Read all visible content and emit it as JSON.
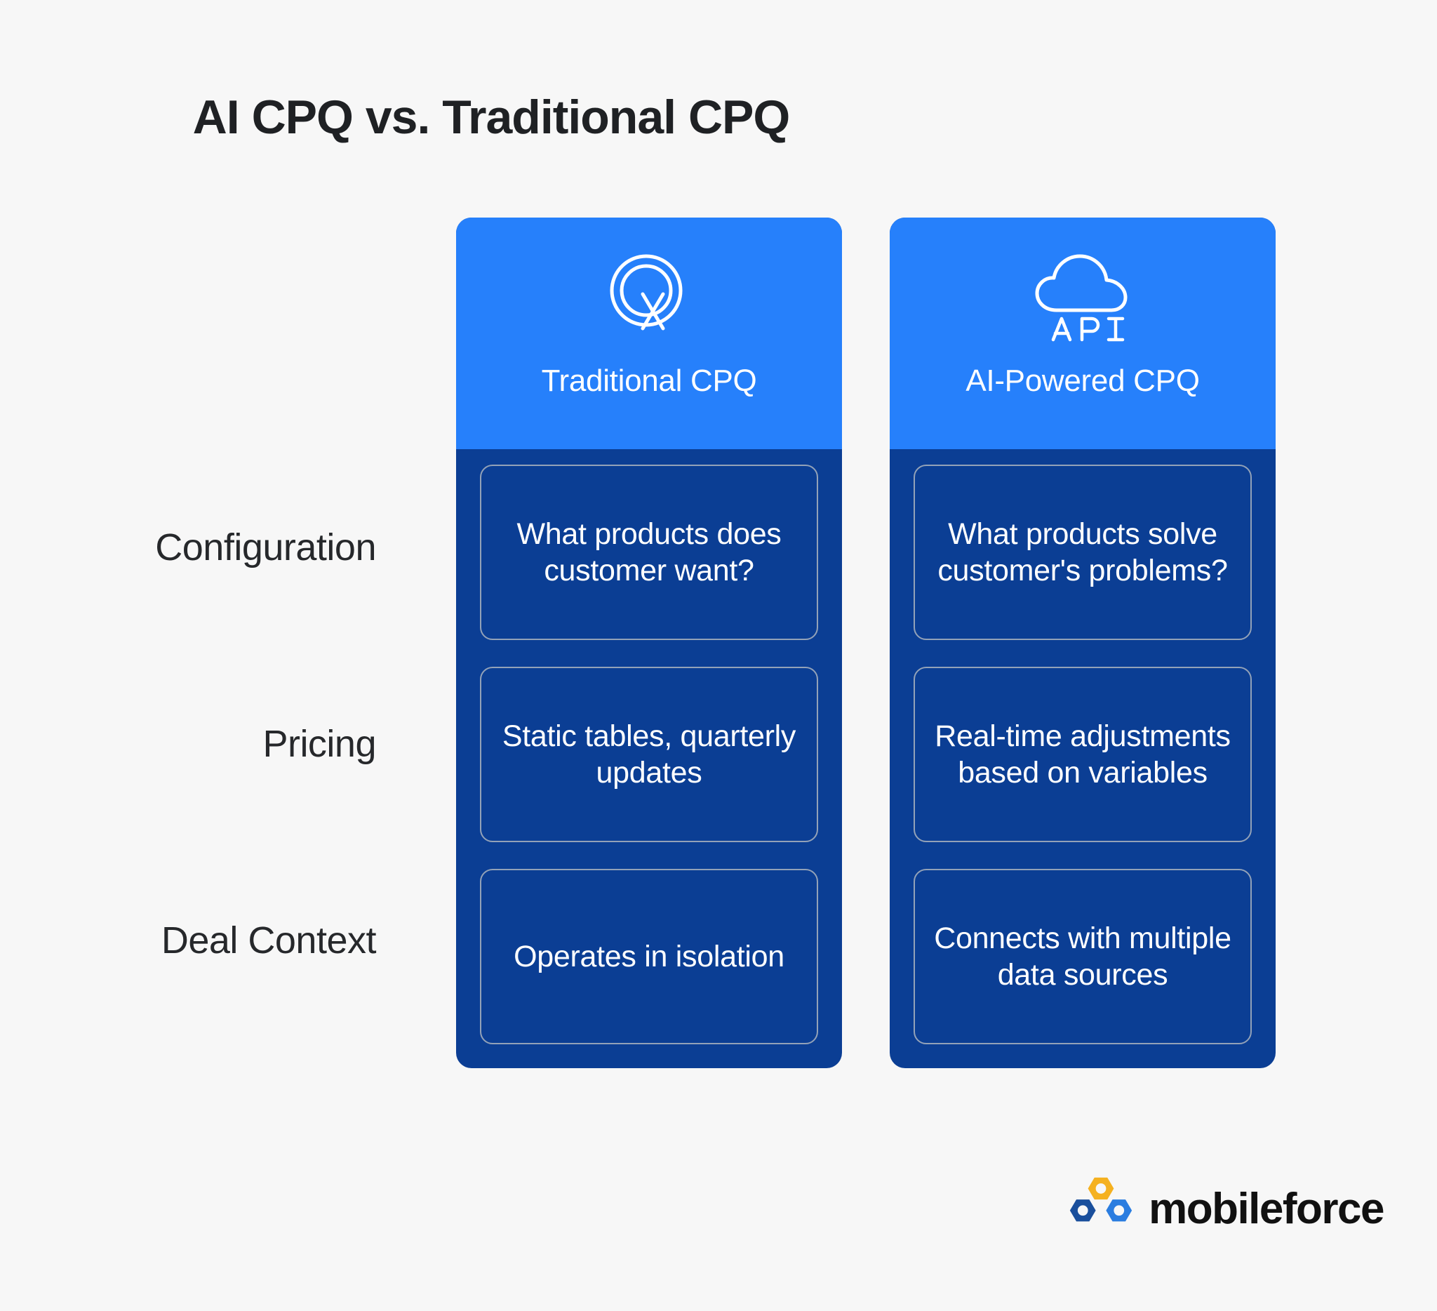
{
  "page": {
    "title": "AI CPQ vs. Traditional CPQ",
    "background_color": "#f7f7f7",
    "header_blue": "#2680fb",
    "body_navy": "#0b3e94",
    "cell_border": "#93a2b8"
  },
  "row_labels": [
    {
      "label": "Configuration"
    },
    {
      "label": "Pricing"
    },
    {
      "label": "Deal Context"
    }
  ],
  "columns": [
    {
      "id": "traditional",
      "title": "Traditional CPQ",
      "icon": "quote-q-icon",
      "cells": [
        {
          "text": "What products does customer want?"
        },
        {
          "text": "Static tables, quarterly updates"
        },
        {
          "text": "Operates in isolation"
        }
      ]
    },
    {
      "id": "ai-powered",
      "title": "AI-Powered CPQ",
      "icon": "cloud-api-icon",
      "icon_label": "API",
      "cells": [
        {
          "text": "What products solve customer's problems?"
        },
        {
          "text": "Real-time adjustments based on variables"
        },
        {
          "text": "Connects with multiple data sources"
        }
      ]
    }
  ],
  "logo": {
    "name": "mobileforce",
    "text": "mobileforce",
    "colors": {
      "hex_top": "#f5b120",
      "hex_left": "#1a4f9c",
      "hex_right": "#2b7de0"
    }
  }
}
